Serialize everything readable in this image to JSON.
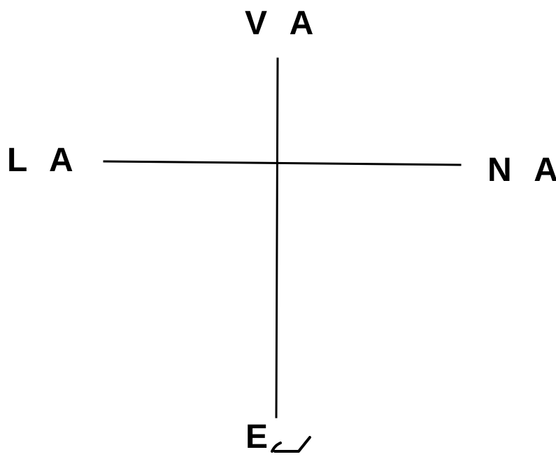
{
  "diagram": {
    "labels": {
      "top": "V A",
      "left": "L A",
      "right": "N A",
      "bottom": "E"
    },
    "colors": {
      "line": "#000000",
      "text": "#000000",
      "background": "#ffffff"
    }
  }
}
